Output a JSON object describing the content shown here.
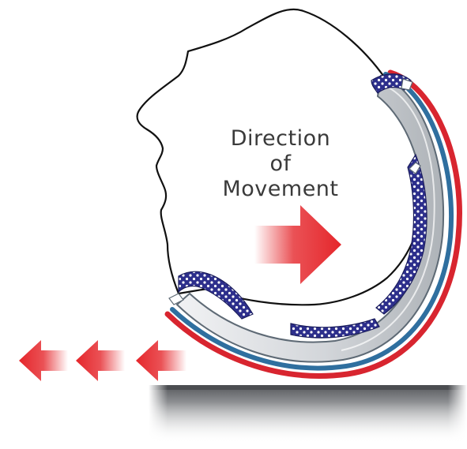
{
  "label": {
    "line1": "Direction",
    "line2": "of",
    "line3": "Movement"
  },
  "colors": {
    "arrow_red": "#e5262b",
    "shell_gray": "#d4d8dc",
    "shell_edge": "#7f8a94",
    "foam_blue": "#2d2f8c",
    "outer_blue": "#2f6f9f",
    "outer_red": "#d8252f",
    "ground_gray": "#8d8f92"
  },
  "icons": {
    "movement_arrow": "arrow-right-icon",
    "reaction_arrows": "arrow-left-icon"
  }
}
